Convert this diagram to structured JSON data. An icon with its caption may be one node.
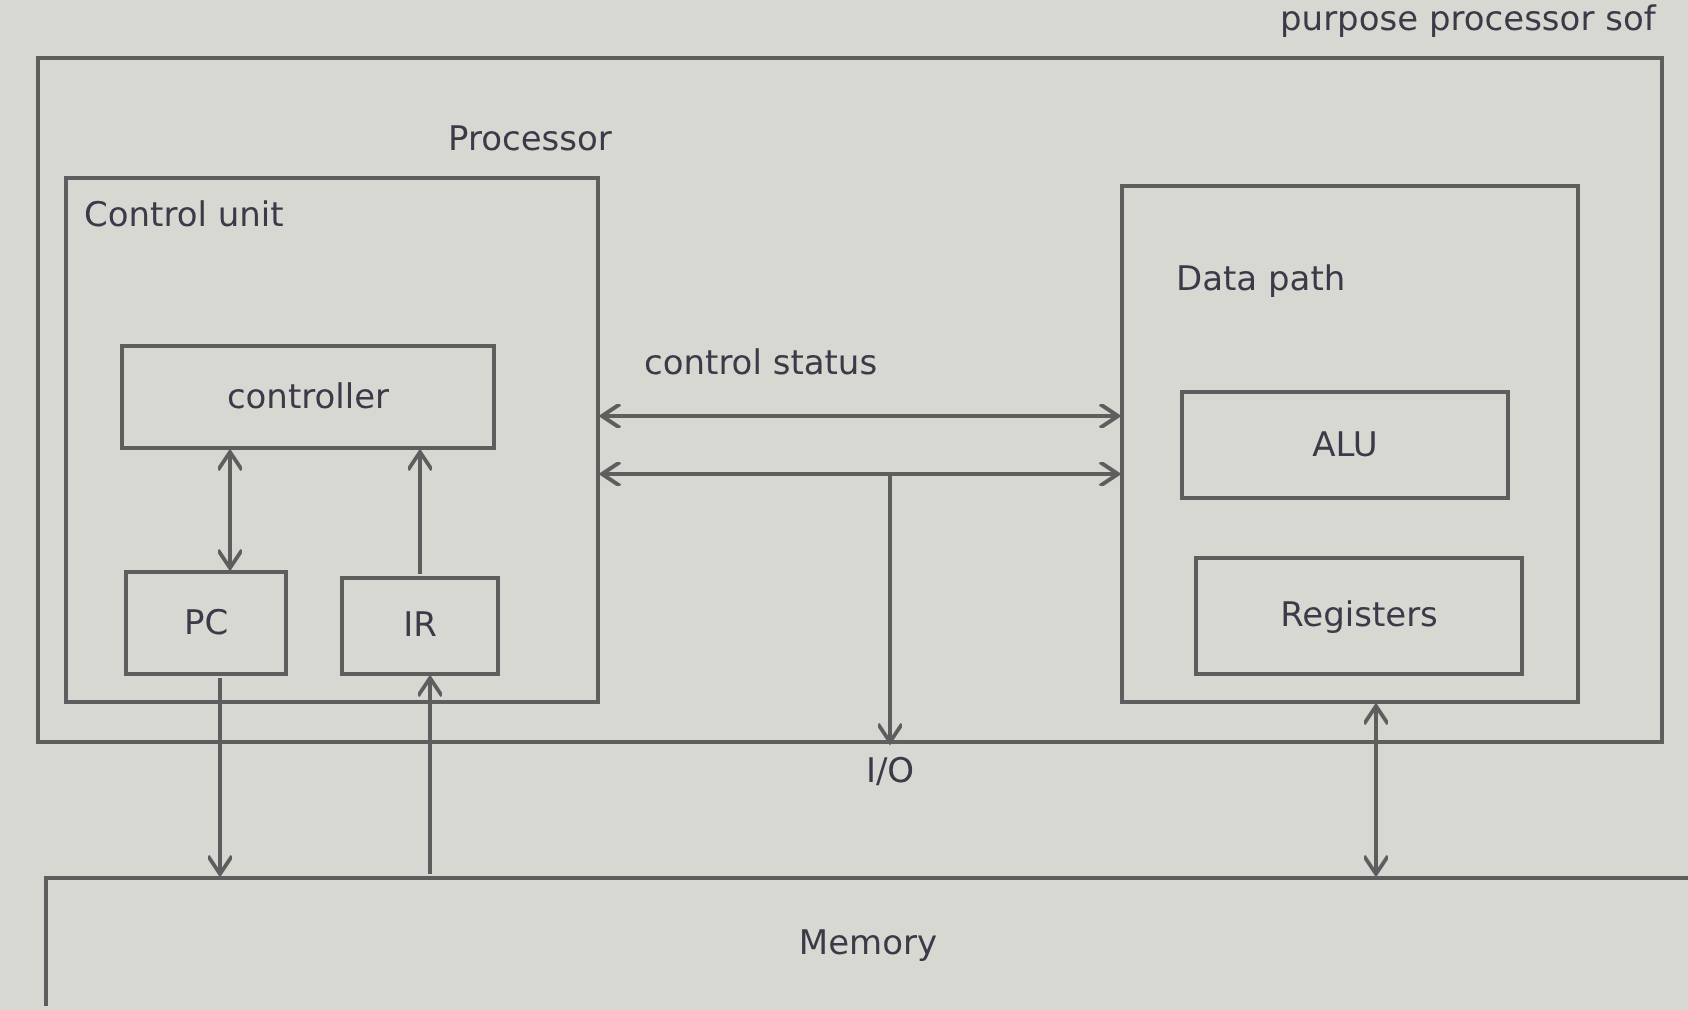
{
  "diagram": {
    "nodes": [
      {
        "text": [
          "Processor"
        ]
      },
      {
        "text": [
          "Control unit"
        ],
        "in": 0
      },
      {
        "text": [
          "controller"
        ],
        "in": 1
      },
      {
        "text": [
          "PC"
        ],
        "in": 1
      },
      {
        "text": [
          "IR"
        ],
        "in": 1
      },
      {
        "text": [
          "Data path"
        ],
        "in": 0
      },
      {
        "text": [
          "ALU"
        ],
        "in": 5
      },
      {
        "text": [
          "Registers"
        ],
        "in": 5
      },
      {
        "text": [
          "Memory"
        ]
      },
      {
        "text": [
          "I/O"
        ]
      }
    ],
    "edges": [
      {
        "from": 2,
        "to": 3,
        "arrow": "both"
      },
      {
        "from": 4,
        "to": 2,
        "arrow": "to"
      },
      {
        "from": 3,
        "to": 8,
        "arrow": "to"
      },
      {
        "from": 8,
        "to": 4,
        "arrow": "to"
      },
      {
        "from": 1,
        "to": 5,
        "arrow": "both",
        "label": "control status"
      },
      {
        "from": 1,
        "to": 5,
        "arrow": "both"
      },
      {
        "from": null,
        "to": 9,
        "arrow": "to"
      },
      {
        "from": 5,
        "to": 8,
        "arrow": "both"
      }
    ],
    "labels": [
      "purpose processor sof"
    ]
  }
}
